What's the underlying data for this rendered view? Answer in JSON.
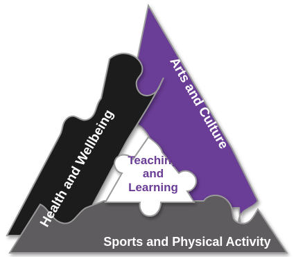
{
  "diagram": {
    "segments": {
      "left": {
        "label": "Health and Wellbeing",
        "color": "#1c1c1c",
        "text_color": "#ffffff"
      },
      "right": {
        "label": "Arts and Culture",
        "color": "#6a3d96",
        "text_color": "#ffffff"
      },
      "bottom": {
        "label": "Sports and Physical Activity",
        "color": "#5f5b5e",
        "text_color": "#ffffff"
      }
    },
    "center": {
      "lines": [
        "Teaching",
        "and",
        "Learning"
      ],
      "text_color": "#6a3d96",
      "fill": "#ffffff"
    },
    "outline_color": "#9a9a9a"
  }
}
